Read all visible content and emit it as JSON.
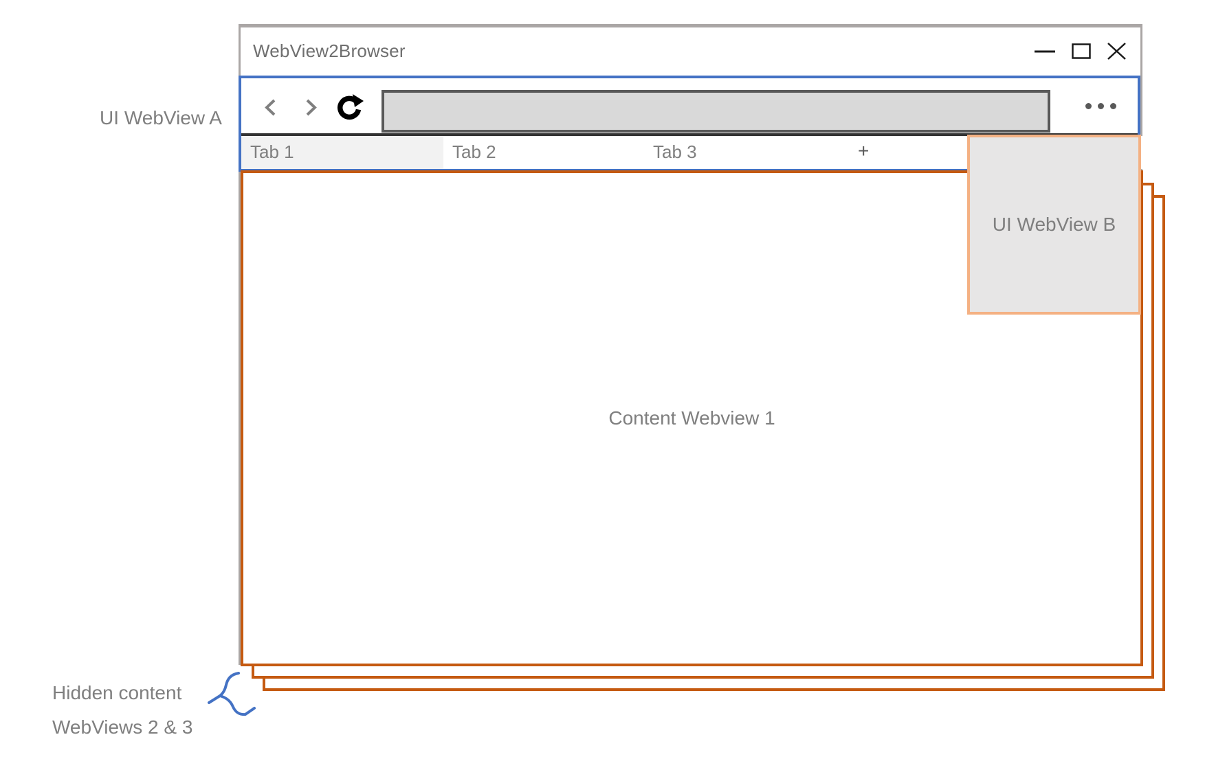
{
  "window": {
    "title": "WebView2Browser",
    "controls": {
      "minimize_icon": "minimize-dash",
      "maximize_icon": "maximize-square",
      "close_icon": "close-x"
    }
  },
  "toolbar": {
    "back_icon": "chevron-left",
    "forward_icon": "chevron-right",
    "reload_icon": "circular-arrow",
    "address_value": "",
    "menu_icon": "ellipsis-dots"
  },
  "tabs": [
    {
      "label": "Tab 1",
      "active": true
    },
    {
      "label": "Tab 2",
      "active": false
    },
    {
      "label": "Tab 3",
      "active": false
    }
  ],
  "new_tab_label": "+",
  "content": {
    "webview1_label": "Content Webview 1"
  },
  "annotations": {
    "ui_webview_a": "UI WebView A",
    "ui_webview_b": "UI WebView B",
    "hidden_line1": "Hidden content",
    "hidden_line2": "WebViews 2 & 3",
    "brace_icon": "hand-drawn-brace"
  },
  "colors": {
    "ui_webview_accent": "#4472C4",
    "content_webview_accent": "#C55A11",
    "ui_webview_b_border": "#F4B183",
    "ui_webview_b_fill": "#E7E6E6",
    "window_border": "#AAA6A5",
    "address_fill": "#D9D9D9",
    "address_border": "#595959",
    "label_gray": "#7f7f7f"
  }
}
